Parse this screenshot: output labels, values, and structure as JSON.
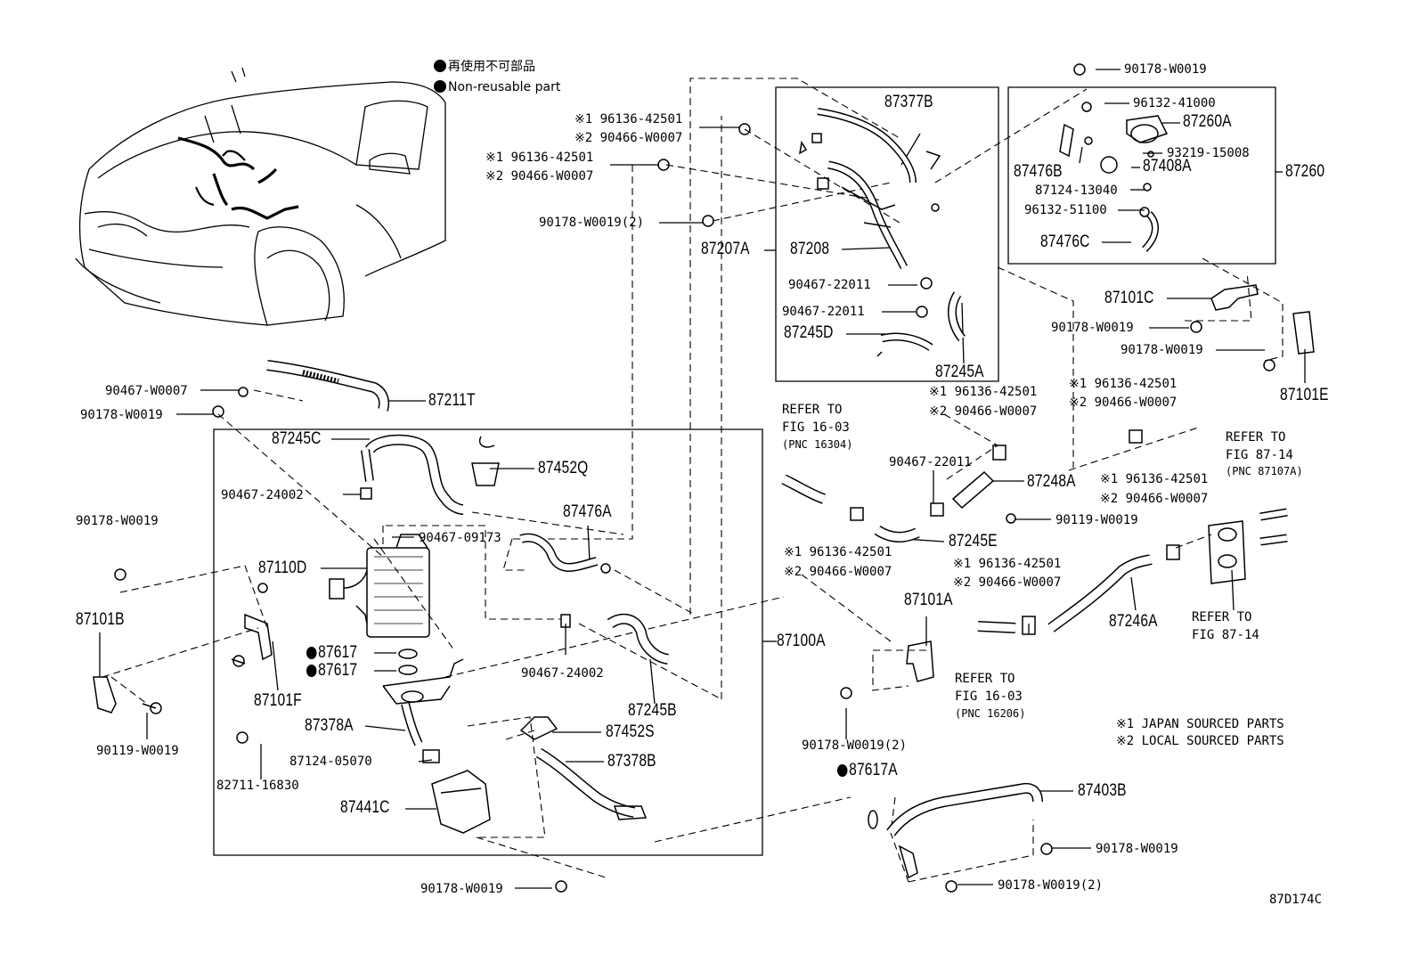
{
  "legend": {
    "non_reusable_jp": "再使用不可部品",
    "non_reusable_en": "Non-reusable part"
  },
  "notes": {
    "japan": "※1 JAPAN SOURCED PARTS",
    "local": "※2 LOCAL SOURCED PARTS"
  },
  "figure_id": "87D174C",
  "labels": {
    "p87377B": "87377B",
    "p87208": "87208",
    "p87207A": "87207A",
    "p87245D": "87245D",
    "p87245A": "87245A",
    "p9046722011a": "90467-22011",
    "p9046722011b": "90467-22011",
    "p9046722011c": "90467-22011",
    "p90178W0019top": "90178-W0019",
    "p9613241000": "96132-41000",
    "p87260A": "87260A",
    "p9321915008": "93219-15008",
    "p87476B": "87476B",
    "p87408A": "87408A",
    "p87260": "87260",
    "p8712413040": "87124-13040",
    "p9613251100": "96132-51100",
    "p87476C": "87476C",
    "p87101C": "87101C",
    "p90178W0019c1": "90178-W0019",
    "p90178W0019c2": "90178-W0019",
    "p87101E": "87101E",
    "a1_96136": "※1 96136-42501",
    "a2_90466": "※2 90466-W0007",
    "b1_96136": "※1 96136-42501",
    "b2_90466": "※2 90466-W0007",
    "p90178W0019_2a": "90178-W0019(2)",
    "p9046700007": "90467-W0007",
    "p90178W0019left": "90178-W0019",
    "p87211T": "87211T",
    "p87245C": "87245C",
    "p87452Q": "87452Q",
    "p9046724002a": "90467-24002",
    "p87476A": "87476A",
    "p9046709173": "90467-09173",
    "p90178W0019b": "90178-W0019",
    "p87110D": "87110D",
    "p87101B": "87101B",
    "p87617a": "87617",
    "p87617b": "87617",
    "p87101F": "87101F",
    "p9046724002b": "90467-24002",
    "p87245B": "87245B",
    "p87100A": "87100A",
    "p90119W0019a": "90119-W0019",
    "p87378A": "87378A",
    "p87452S": "87452S",
    "p8712405070": "87124-05070",
    "p87378B": "87378B",
    "p8271116830": "82711-16830",
    "p87441C": "87441C",
    "p90178W0019bot": "90178-W0019",
    "ref1_a": "REFER TO",
    "ref1_b": "FIG 16-03",
    "ref1_c": "(PNC 16304)",
    "c1_96136": "※1 96136-42501",
    "c2_90466": "※2 90466-W0007",
    "p87248A": "87248A",
    "p90119W0019b": "90119-W0019",
    "d1_96136": "※1 96136-42501",
    "d2_90466": "※2 90466-W0007",
    "p87245E": "87245E",
    "e1_96136": "※1 96136-42501",
    "e2_90466": "※2 90466-W0007",
    "f1_96136": "※1 96136-42501",
    "f2_90466": "※2 90466-W0007",
    "g1_96136": "※1 96136-42501",
    "g2_90466": "※2 90466-W0007",
    "ref2_a": "REFER TO",
    "ref2_b": "FIG 87-14",
    "ref2_c": "(PNC 87107A)",
    "p87246A": "87246A",
    "ref3_a": "REFER TO",
    "ref3_b": "FIG 87-14",
    "p87101A": "87101A",
    "ref4_a": "REFER TO",
    "ref4_b": "FIG 16-03",
    "ref4_c": "(PNC 16206)",
    "p90178W0019_2b": "90178-W0019(2)",
    "p87617A": "87617A",
    "p87403B": "87403B",
    "p90178W0019r": "90178-W0019",
    "p90178W0019_2c": "90178-W0019(2)"
  }
}
